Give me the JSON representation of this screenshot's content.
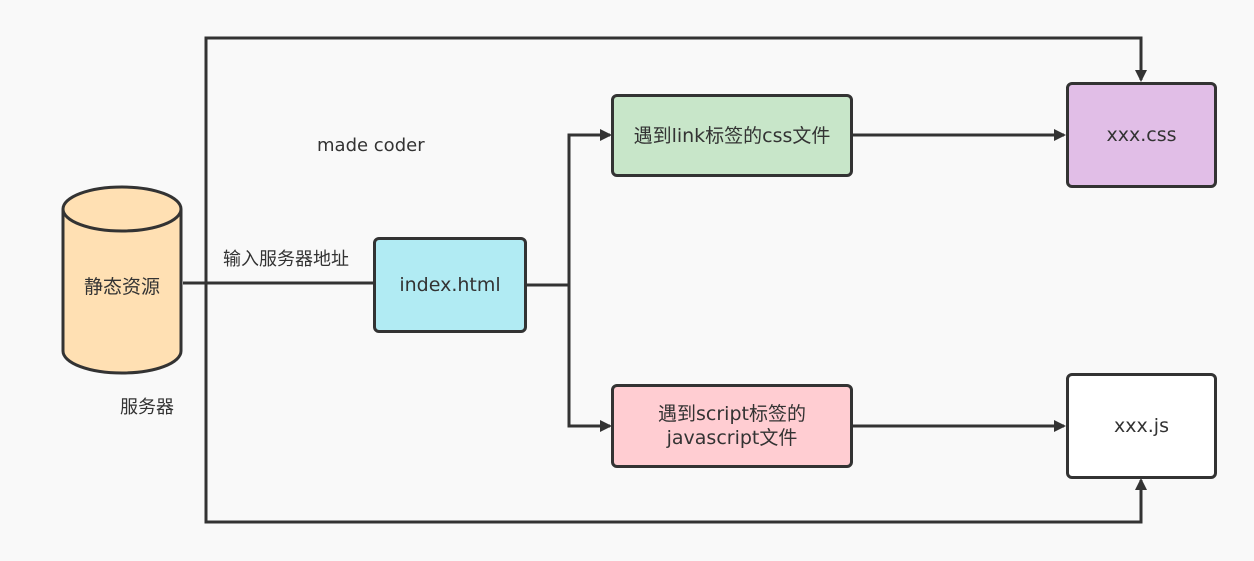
{
  "title_text": "made  coder",
  "server": {
    "cylinder_label": "静态资源",
    "caption": "服务器",
    "fill": "#ffe0b3"
  },
  "edge_label": "输入服务器地址",
  "nodes": {
    "index": {
      "label": "index.html",
      "fill": "#b1ebf3"
    },
    "link": {
      "label": "遇到link标签的css文件",
      "fill": "#c8e6c9"
    },
    "script": {
      "line1": "遇到script标签的",
      "line2": "javascript文件",
      "fill": "#ffcdd2"
    },
    "css": {
      "label": "xxx.css",
      "fill": "#e1bee7"
    },
    "js": {
      "label": "xxx.js",
      "fill": "#ffffff"
    }
  },
  "colors": {
    "stroke": "#333333",
    "background": "#f9f9f9"
  }
}
